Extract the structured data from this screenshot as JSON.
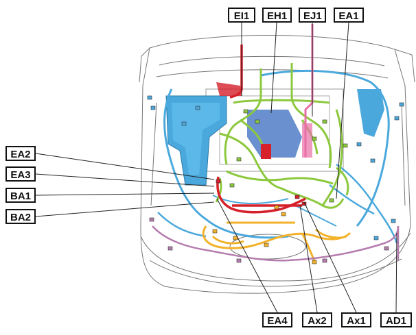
{
  "callouts": {
    "ei1": "EI1",
    "eh1": "EH1",
    "ej1": "EJ1",
    "ea1": "EA1",
    "ea2": "EA2",
    "ea3": "EA3",
    "ba1": "BA1",
    "ba2": "BA2",
    "ea4": "EA4",
    "ax2": "Ax2",
    "ax1": "Ax1",
    "ad1": "AD1"
  },
  "colors": {
    "harness_blue": "#4aa8dc",
    "harness_green": "#8cc83c",
    "harness_red": "#d6202a",
    "harness_orange": "#f3b12a",
    "harness_purple": "#b57cae",
    "harness_pink": "#e86fa6",
    "outline": "#555555"
  }
}
